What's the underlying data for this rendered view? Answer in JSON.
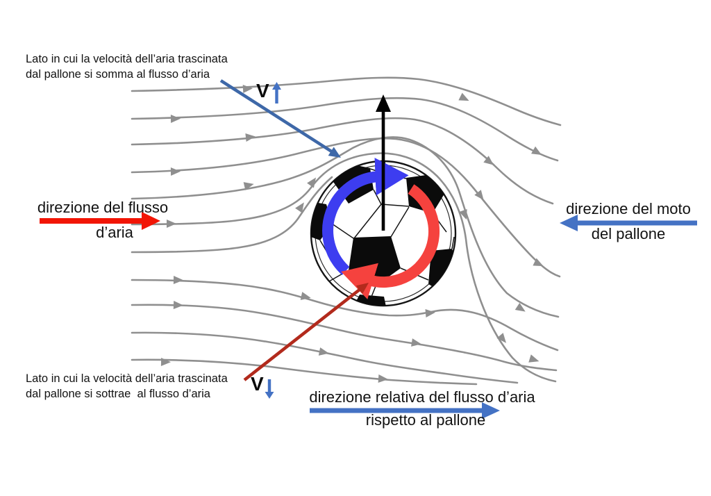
{
  "labels": {
    "caption_top": {
      "line1": "Lato in cui la velocità dell’aria trascinata",
      "line2": "dal pallone si somma al flusso d’aria"
    },
    "caption_bottom": {
      "line1": "Lato in cui la velocità dell’aria trascinata",
      "line2": "dal pallone si sottrae  al flusso d’aria"
    },
    "flow_direction": {
      "line1": "direzione del flusso",
      "line2": "d’aria"
    },
    "ball_motion": {
      "line1": "direzione del moto",
      "line2": "del pallone"
    },
    "relative_flow": {
      "line1": "direzione relativa del flusso d’aria",
      "line2": "rispetto al pallone"
    },
    "velocity_top": "V",
    "velocity_bottom": "V"
  },
  "arrows": {
    "air_flow": {
      "direction": "right",
      "color": "#f21505"
    },
    "ball_motion": {
      "direction": "left",
      "color": "#4472c4"
    },
    "relative_flow": {
      "direction": "right",
      "color": "#4472c4"
    },
    "lift": {
      "direction": "up",
      "color": "#000000"
    },
    "ball_rotation": {
      "direction": "clockwise",
      "front_color": "#3d3df0",
      "back_color": "#f5423e"
    },
    "v_top": {
      "direction": "up",
      "color": "#4472c4"
    },
    "v_bottom": {
      "direction": "down",
      "color": "#4472c4"
    }
  },
  "colors": {
    "streamline": "#8f8f8f",
    "ball_outline": "#111111",
    "callout_somma": "#3e68a8",
    "callout_sottrae": "#b22a1c",
    "text": "#111111",
    "background": "#ffffff"
  }
}
